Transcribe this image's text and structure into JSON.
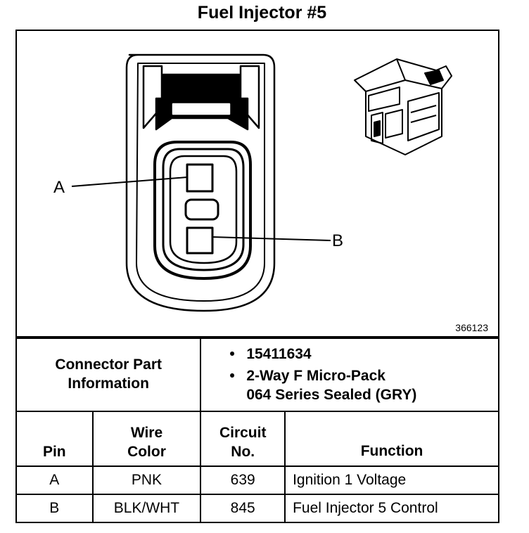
{
  "title": "Fuel Injector #5",
  "diagram": {
    "figure_number": "366123",
    "pin_a_label": "A",
    "pin_b_label": "B"
  },
  "connector_info": {
    "label_line1": "Connector Part",
    "label_line2": "Information",
    "bullet": "•",
    "part_number": "15411634",
    "description_line1": "2-Way F Micro-Pack",
    "description_line2": "064 Series Sealed (GRY)"
  },
  "table": {
    "headers": {
      "pin": "Pin",
      "wire_color_line1": "Wire",
      "wire_color_line2": "Color",
      "circuit_line1": "Circuit",
      "circuit_line2": "No.",
      "function": "Function"
    },
    "rows": [
      {
        "pin": "A",
        "wire_color": "PNK",
        "circuit": "639",
        "function": "Ignition 1 Voltage"
      },
      {
        "pin": "B",
        "wire_color": "BLK/WHT",
        "circuit": "845",
        "function": "Fuel Injector 5 Control"
      }
    ]
  }
}
